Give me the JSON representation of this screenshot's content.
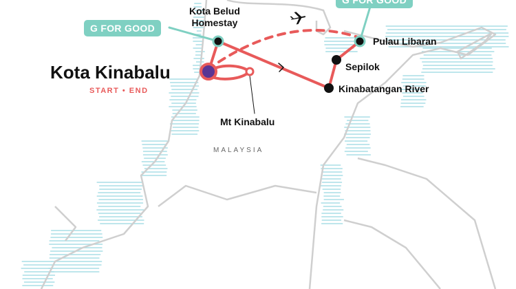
{
  "colors": {
    "route": "#e85a5a",
    "accent": "#7fd0c2",
    "start": "#5a3594",
    "coast": "#cfcfcf",
    "water": "#a8dde6"
  },
  "start_end": {
    "name": "Kota Kinabalu",
    "subtitle": "START • END"
  },
  "stops": [
    {
      "name": "Kota Belud\nHomestay",
      "line1": "Kota Belud",
      "line2": "Homestay"
    },
    {
      "name": "Mt Kinabalu"
    },
    {
      "name": "Kinabatangan River"
    },
    {
      "name": "Sepilok"
    },
    {
      "name": "Pulau Libaran"
    }
  ],
  "badges": [
    "G FOR GOOD",
    "G FOR GOOD"
  ],
  "country": "MALAYSIA",
  "icons": {
    "flight": "airplane-icon",
    "direction": "chevron-right-icon"
  }
}
